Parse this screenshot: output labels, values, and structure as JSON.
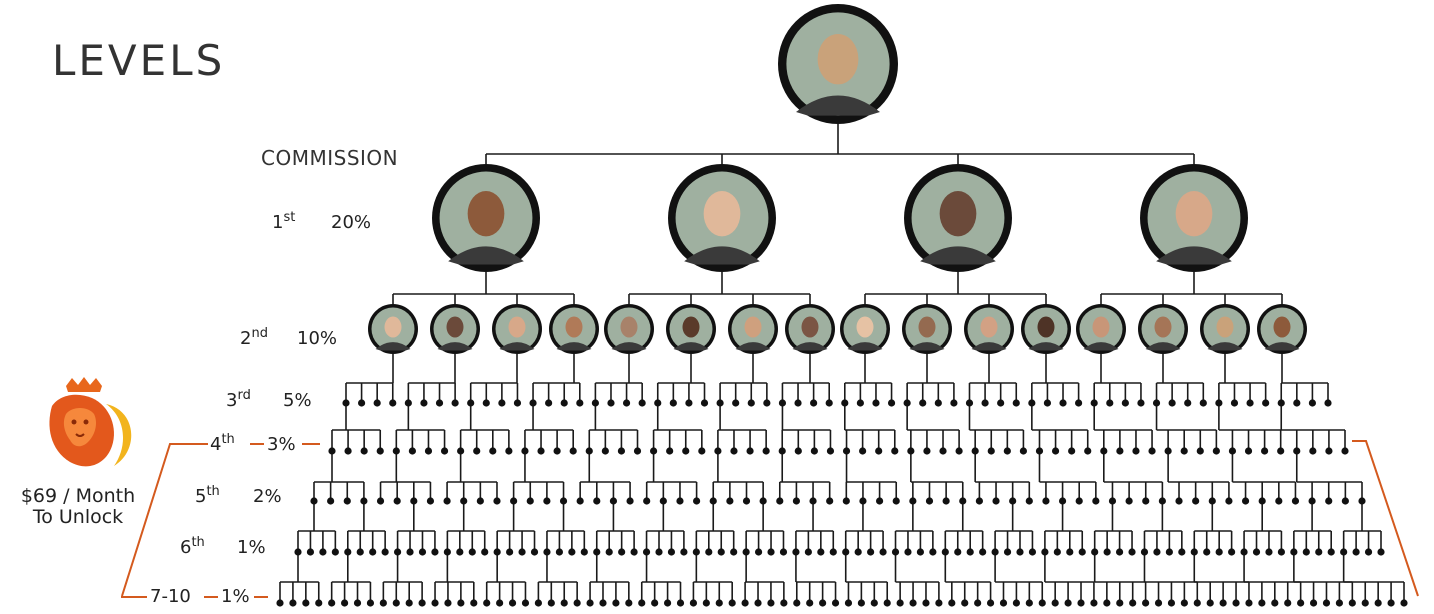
{
  "title": "LEVELS",
  "commission_label": "COMMISSION",
  "levels": [
    {
      "ordinal": "1",
      "suffix": "st",
      "rate": "20%"
    },
    {
      "ordinal": "2",
      "suffix": "nd",
      "rate": "10%"
    },
    {
      "ordinal": "3",
      "suffix": "rd",
      "rate": "5%"
    },
    {
      "ordinal": "4",
      "suffix": "th",
      "rate": "3%"
    },
    {
      "ordinal": "5",
      "suffix": "th",
      "rate": "2%"
    },
    {
      "ordinal": "6",
      "suffix": "th",
      "rate": "1%"
    },
    {
      "ordinal": "7-10",
      "suffix": "",
      "rate": "1%"
    }
  ],
  "unlock": {
    "line1": "$69 / Month",
    "line2": "To Unlock"
  },
  "colors": {
    "accent": "#d45a1e",
    "line": "#1a1a1a",
    "node": "#111111"
  },
  "tree": {
    "root_count": 1,
    "level1_count": 4,
    "level2_count": 16
  }
}
